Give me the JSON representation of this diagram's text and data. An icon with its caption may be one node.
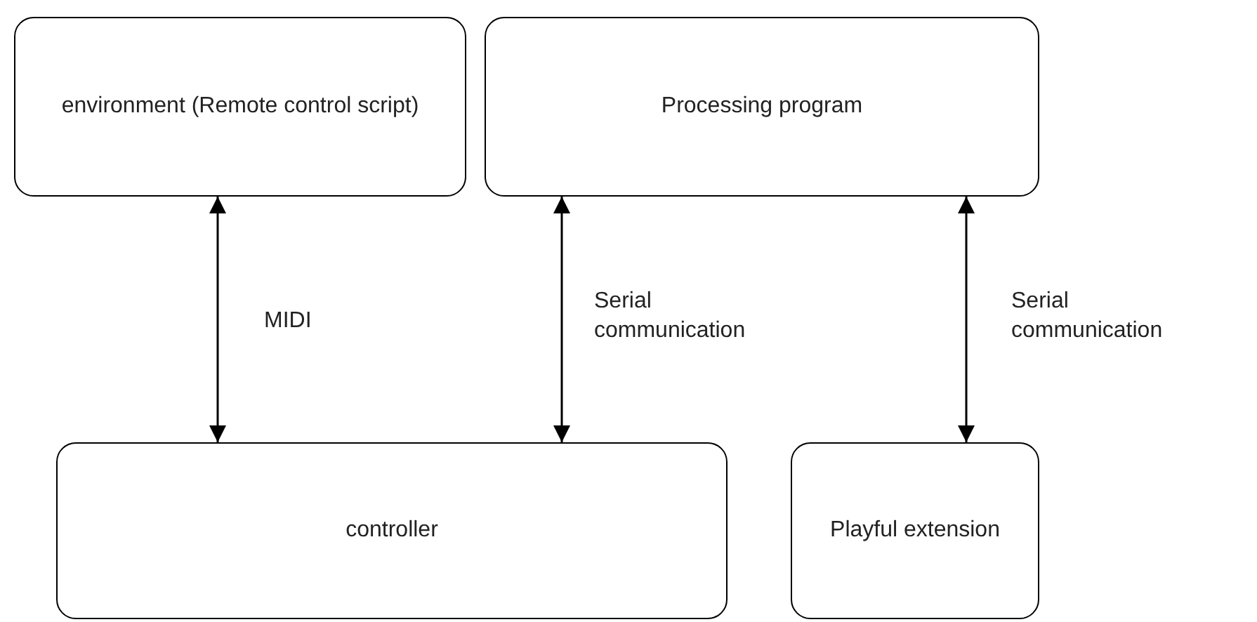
{
  "diagram": {
    "nodes": [
      {
        "text": [
          "environment (Remote control script)"
        ]
      },
      {
        "text": [
          "Processing program"
        ]
      },
      {
        "text": [
          "controller"
        ]
      },
      {
        "text": [
          "Playful extension"
        ]
      }
    ],
    "edges": [
      {
        "from": 0,
        "to": 2,
        "arrow": "both",
        "label": "MIDI"
      },
      {
        "from": 1,
        "to": 2,
        "arrow": "both",
        "label": "Serial communication"
      },
      {
        "from": 1,
        "to": 3,
        "arrow": "both",
        "label": "Serial communication"
      }
    ]
  }
}
